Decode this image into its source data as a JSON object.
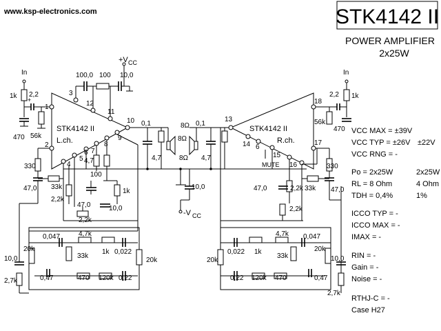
{
  "header": {
    "url": "www.ksp-electronics.com",
    "model": "STK4142 II",
    "subtitle1": "POWER AMPLIFIER",
    "subtitle2": "2x25W"
  },
  "schematic": {
    "chip_left": "STK4142  II",
    "chip_right": "STK4142  II",
    "left_channel": "L.ch.",
    "right_channel": "R.ch.",
    "vcc_plus": "+V",
    "vcc_minus": "-V",
    "vcc_sub": "CC",
    "input_left": "In",
    "input_right": "In",
    "mute": "MUTE",
    "pins": [
      "1",
      "2",
      "3",
      "4",
      "5",
      "6",
      "7",
      "8",
      "9",
      "10",
      "11",
      "12",
      "13",
      "14",
      "15",
      "16",
      "17",
      "18"
    ],
    "speaker_left": "8Ω",
    "speaker_left2": "8Ω",
    "speaker_right": "8Ω",
    "speaker_right2": "8Ω",
    "values": {
      "r1k": "1k",
      "c22": "2,2",
      "r56k": "56k",
      "c470": "470",
      "r330": "330",
      "c47": "47,0",
      "r33k": "33k",
      "r22k": "2,2k",
      "c100": "100,0",
      "r100": "100",
      "c10": "10,0",
      "c01": "0,1",
      "r47": "4,7",
      "r100u": "100",
      "c0047": "0,047",
      "r47k": "4,7k",
      "c0022": "0,022",
      "r20k": "20k",
      "c047": "0,47",
      "r470": "470",
      "r120k": "120k",
      "c022": "0,22",
      "r27k": "2,7k"
    }
  },
  "specs": {
    "vcc_max": "VCC MAX = ±39V",
    "vcc_typ": "VCC TYP = ±26V",
    "vcc_typ2": "±22V",
    "vcc_rng": "VCC RNG = -",
    "po": "Po  = 2x25W",
    "po2": "2x25W",
    "rl": "RL  = 8 Ohm",
    "rl2": "4 Ohm",
    "tdh": "TDH = 0,4%",
    "tdh2": "1%",
    "icco_typ": "ICCO TYP = -",
    "icco_max": "ICCO MAX = -",
    "imax": "IMAX = -",
    "rin": "RIN = -",
    "gain": "Gain = -",
    "noise": "Noise = -",
    "rthj": "RTHJ-C = -",
    "case": "Case H27"
  }
}
